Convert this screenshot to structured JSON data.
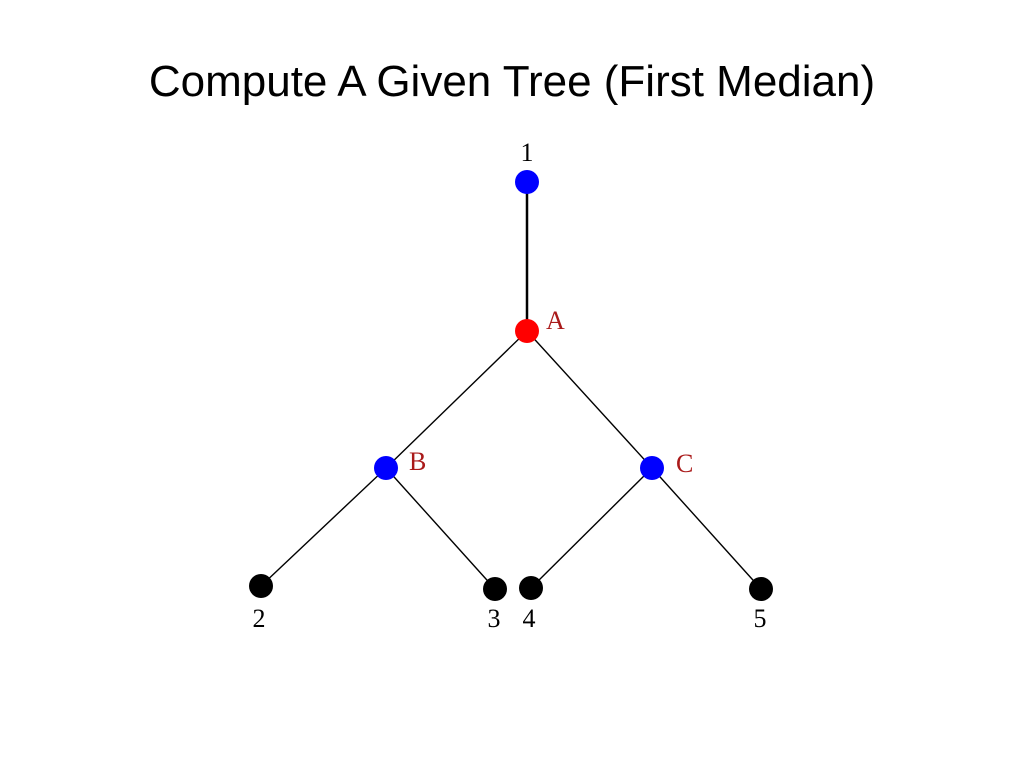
{
  "title": "Compute A Given Tree (First Median)",
  "colors": {
    "leaf": "#000000",
    "taxon_node": "#0000ff",
    "median_node": "#ff0000",
    "internal_label": "#aa1a1a",
    "leaf_label": "#000000",
    "edge": "#000000"
  },
  "nodes": {
    "n1": {
      "label": "1",
      "kind": "taxon_node"
    },
    "A": {
      "label": "A",
      "kind": "median_node"
    },
    "B": {
      "label": "B",
      "kind": "taxon_node"
    },
    "C": {
      "label": "C",
      "kind": "taxon_node"
    },
    "n2": {
      "label": "2",
      "kind": "leaf"
    },
    "n3": {
      "label": "3",
      "kind": "leaf"
    },
    "n4": {
      "label": "4",
      "kind": "leaf"
    },
    "n5": {
      "label": "5",
      "kind": "leaf"
    }
  },
  "edges": [
    [
      "n1",
      "A"
    ],
    [
      "A",
      "B"
    ],
    [
      "A",
      "C"
    ],
    [
      "B",
      "n2"
    ],
    [
      "B",
      "n3"
    ],
    [
      "C",
      "n4"
    ],
    [
      "C",
      "n5"
    ]
  ]
}
